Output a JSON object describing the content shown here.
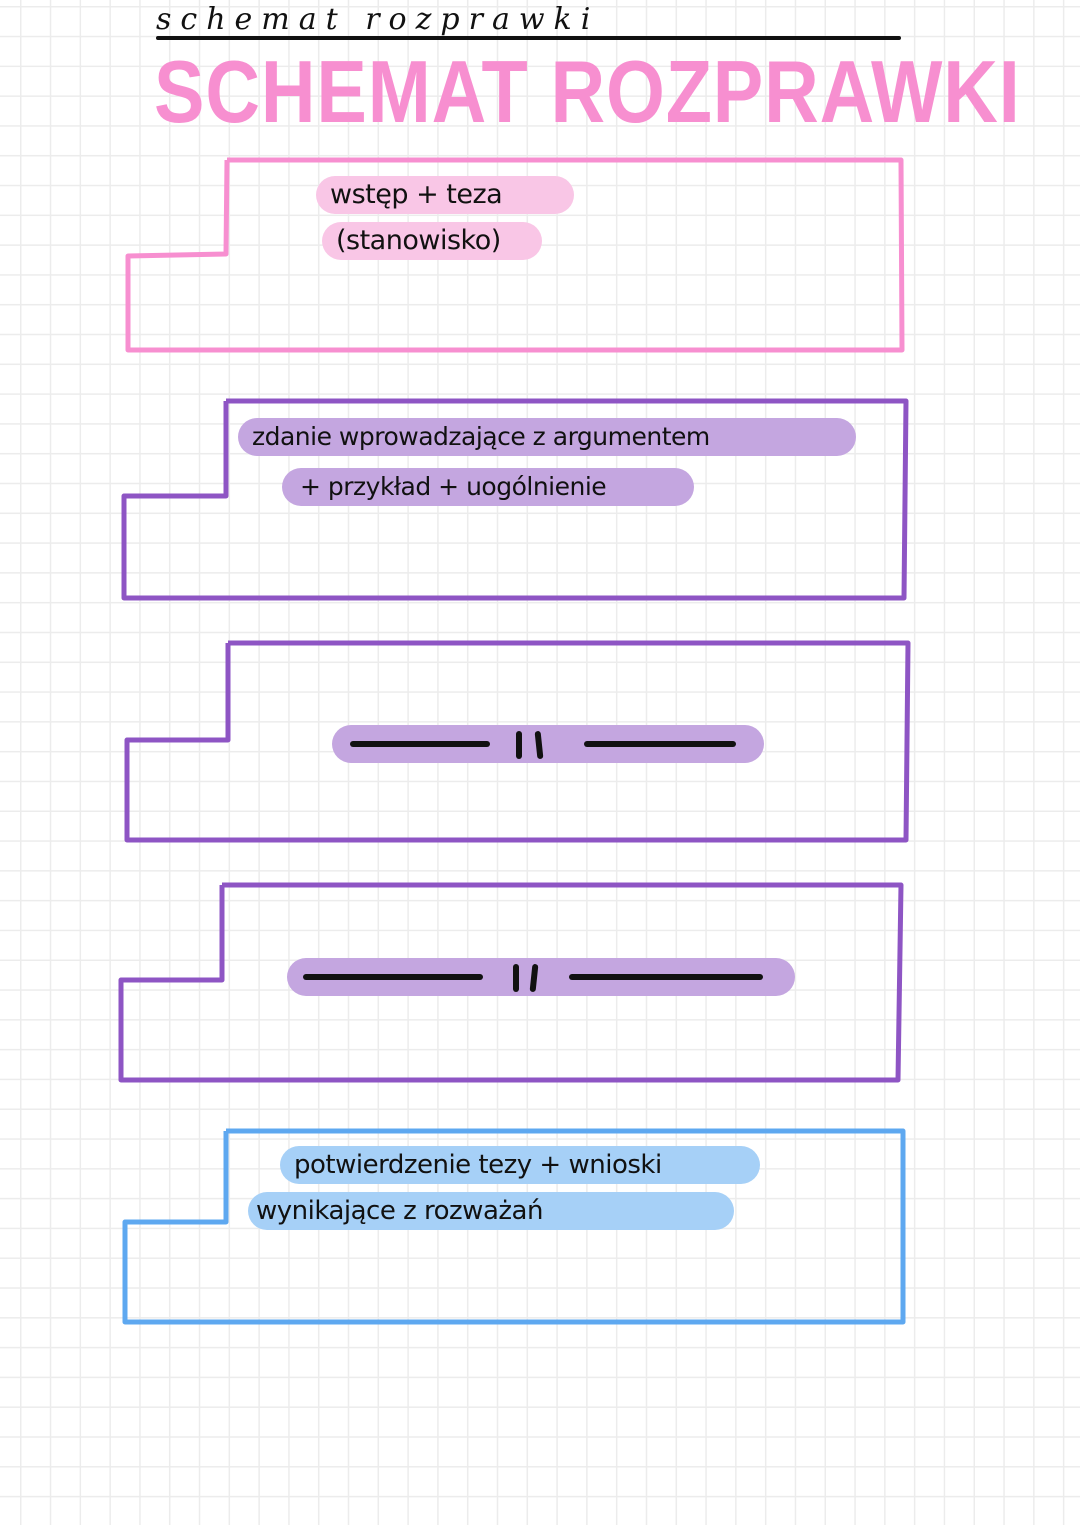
{
  "title": {
    "heading": "SCHEMAT ROZPRAWKI",
    "script_overlay": "schemat rozprawki"
  },
  "colors": {
    "pink": "#f78fd0",
    "pink_highlight": "#f9c6e6",
    "purple": "#8e55c4",
    "purple_highlight": "#c4a6e0",
    "blue": "#5ea8f0",
    "blue_highlight": "#a6d0f7",
    "grid": "#ececec"
  },
  "sections": [
    {
      "name": "intro",
      "lines": [
        "wstęp + teza",
        "(stanowisko)"
      ]
    },
    {
      "name": "argument-1",
      "lines": [
        "zdanie wprowadzające z argumentem",
        "+ przykład + uogólnienie"
      ]
    },
    {
      "name": "argument-2",
      "placeholder": "— || —"
    },
    {
      "name": "argument-3",
      "placeholder": "— || —"
    },
    {
      "name": "conclusion",
      "lines": [
        "potwierdzenie tezy + wnioski",
        "wynikające z rozważań"
      ]
    }
  ]
}
